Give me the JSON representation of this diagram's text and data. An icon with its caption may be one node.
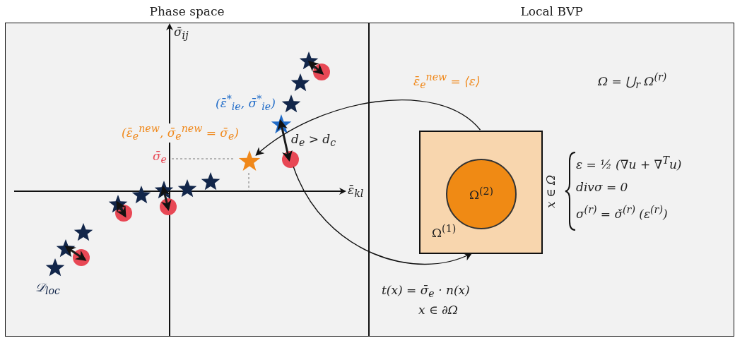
{
  "diagram": {
    "nodes": [
      {
        "text": [
          "Phase space"
        ]
      },
      {
        "text": [
          "Local BVP"
        ]
      },
      {
        "text": [
          "Ω$^{(1)}$"
        ],
        "in": 1
      },
      {
        "text": [
          "Ω$^{(2)}$"
        ],
        "in": 2
      },
      {
        "text": [],
        "shape": "star",
        "in": 0,
        "beside": [
          "(ε̄$_{e}$$^{new}$, σ̄$_{e}$$^{new}$ = σ̄$_{e}$)"
        ]
      },
      {
        "text": [],
        "shape": "circle",
        "in": 0
      }
    ],
    "edges": [
      {
        "from": 2,
        "to": 4,
        "arrow": "to"
      },
      {
        "from": 5,
        "to": 2,
        "arrow": "to"
      }
    ],
    "labels": [
      "σ̄$_{ij}$",
      "ε̄$_{kl}$",
      "(ε̄$^{*}$$_{ie}$, σ̄$^{*}$$_{ie}$)",
      "d$_{e}$ > d$_{c}$",
      "σ̄$_{e}$",
      "𝒟$_{loc}$",
      "ε̄$_{e}$$^{new}$ = ⟨ε⟩",
      "Ω = ⋃$_{r}$ Ω$^{(r)}$",
      "x ∈ Ω",
      "ε = ½ (∇u + ∇$^{T}$u)",
      "divσ = 0",
      "σ$^{(r)}$ = σ̌$^{(r)}$ (ε$^{(r)}$)",
      "t(x) = σ̄$_{e}$ · n(x)",
      "x ∈ ∂Ω"
    ]
  }
}
